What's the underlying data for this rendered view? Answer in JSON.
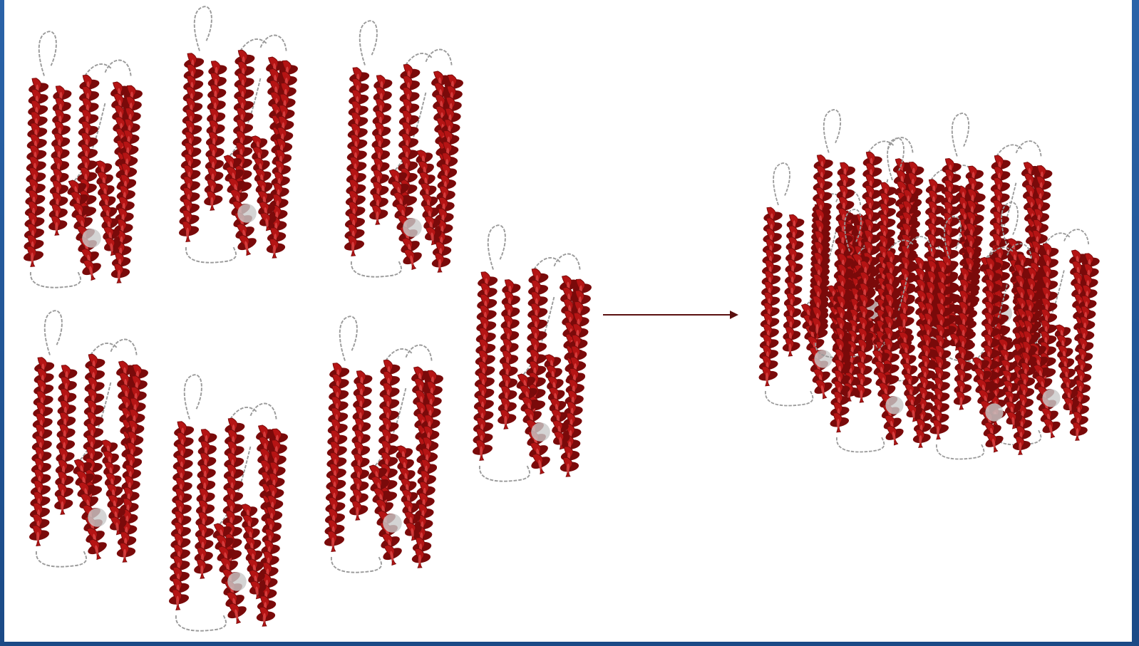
{
  "diagram": {
    "description_free": true,
    "colors": {
      "helix": "#b51414",
      "helix_dark": "#7a0a0a",
      "helix_light": "#e65050",
      "loop": "#9a9a9a",
      "arrow": "#5a1010",
      "frame": "#1d4f8c",
      "background": "#ffffff"
    },
    "monomers": [
      {
        "id": "m1"
      },
      {
        "id": "m2"
      },
      {
        "id": "m3"
      },
      {
        "id": "m4"
      },
      {
        "id": "m5"
      },
      {
        "id": "m6"
      },
      {
        "id": "m7"
      }
    ],
    "arrow": {
      "icon": "right-arrow-icon"
    },
    "assembly": {
      "subunit_count": 7
    }
  }
}
